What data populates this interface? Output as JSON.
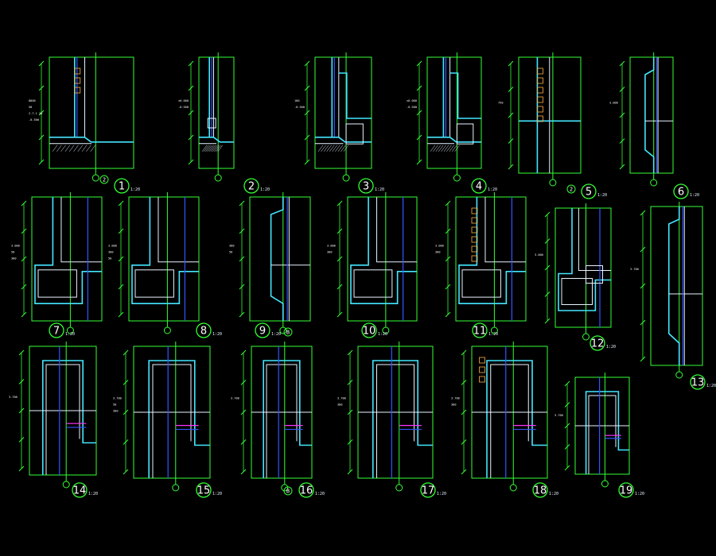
{
  "drawing": {
    "background": "#000000",
    "colors": {
      "frame": "#33ff33",
      "wall_cyan": "#44e6ff",
      "wall_white": "#e8f4ff",
      "wall_blue": "#3355ff",
      "accent_magenta": "#ff33ff"
    }
  },
  "details": [
    {
      "number": "1",
      "scale": "1:20",
      "kind": "base-ground",
      "ref": "2",
      "labels": [
        "8800",
        "50",
        "2.7-1 30",
        "-0.500"
      ],
      "windows": 3
    },
    {
      "number": "2",
      "scale": "1:20",
      "kind": "base-slim",
      "labels": [
        "±0.000",
        "-0.500"
      ],
      "windows": 0
    },
    {
      "number": "3",
      "scale": "1:20",
      "kind": "base-steps",
      "labels": [
        "100",
        "-0.500"
      ],
      "windows": 0
    },
    {
      "number": "4",
      "scale": "1:20",
      "kind": "base-steps",
      "labels": [
        "±0.000",
        "-0.500"
      ],
      "windows": 0
    },
    {
      "number": "5",
      "scale": "1:20",
      "kind": "windows-tall",
      "ref": "2",
      "labels": [
        "750"
      ],
      "windows": 6
    },
    {
      "number": "6",
      "scale": "1:20",
      "kind": "parapet-narrow",
      "labels": [
        "3.000"
      ],
      "windows": 0
    },
    {
      "number": "7",
      "scale": "1:20",
      "kind": "slab-box",
      "labels": [
        "3.000",
        "50",
        "300"
      ],
      "windows": 0
    },
    {
      "number": "8",
      "scale": "1:20",
      "kind": "slab-box",
      "labels": [
        "3.000",
        "300",
        "50"
      ],
      "windows": 0
    },
    {
      "number": "9",
      "scale": "1:20",
      "kind": "cornice",
      "ref": "B",
      "labels": [
        "300",
        "50"
      ],
      "windows": 0
    },
    {
      "number": "10",
      "scale": "1:20",
      "kind": "slab-box",
      "labels": [
        "3.000",
        "300"
      ],
      "windows": 0
    },
    {
      "number": "11",
      "scale": "1:20",
      "kind": "windows-slab",
      "labels": [
        "3.000",
        "300"
      ],
      "windows": 6
    },
    {
      "number": "12",
      "scale": "1:20",
      "kind": "parapet-fill",
      "labels": [
        "3.000"
      ],
      "windows": 0
    },
    {
      "number": "13",
      "scale": "1:20",
      "kind": "parapet-long",
      "labels": [
        "3.700"
      ],
      "windows": 0
    },
    {
      "number": "14",
      "scale": "1:20",
      "kind": "roof-narrow",
      "labels": [
        "3.700"
      ],
      "windows": 0
    },
    {
      "number": "15",
      "scale": "1:20",
      "kind": "roof-box",
      "labels": [
        "3.700",
        "50",
        "300"
      ],
      "windows": 0
    },
    {
      "number": "16",
      "scale": "1:20",
      "kind": "roof-narrow",
      "ref": "B",
      "labels": [
        "3.700"
      ],
      "windows": 0
    },
    {
      "number": "17",
      "scale": "1:20",
      "kind": "roof-box",
      "labels": [
        "3.700",
        "300"
      ],
      "windows": 0
    },
    {
      "number": "18",
      "scale": "1:20",
      "kind": "roof-box-windows",
      "labels": [
        "3.700",
        "300"
      ],
      "windows": 3
    },
    {
      "number": "19",
      "scale": "1:20",
      "kind": "roof-small",
      "labels": [
        "3.700"
      ],
      "windows": 0
    }
  ]
}
